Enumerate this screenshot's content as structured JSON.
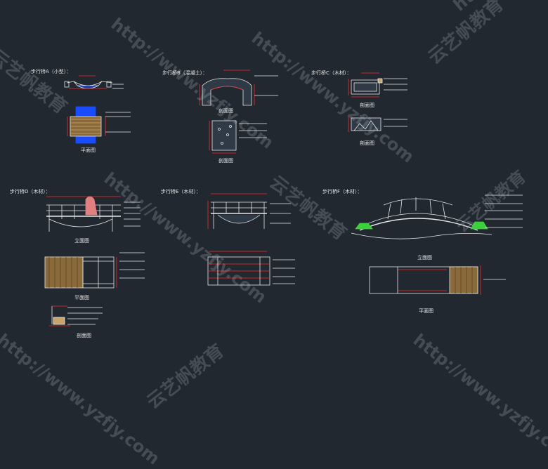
{
  "colors": {
    "background": "#212830",
    "line": "#e8e8e8",
    "dimension": "#ff2a2a",
    "note": "#c8c8c8",
    "water": "#1a4cff",
    "wood": "#8a6a3a",
    "figure": "#e08080",
    "plant": "#3ad13a"
  },
  "panels": {
    "a": {
      "title": "步行桥A（小型）：",
      "plan_label": "平面图"
    },
    "b": {
      "title": "步行桥B（混凝土）：",
      "section1_label": "剖面图",
      "section2_label": "剖面图"
    },
    "c": {
      "title": "步行桥C（木材）：",
      "section1_label": "剖面图",
      "section2_label": "剖面图"
    },
    "d": {
      "title": "步行桥D（木材）：",
      "elevation_label": "立面图",
      "plan_label": "平面图",
      "section_label": "剖面图"
    },
    "e": {
      "title": "步行桥E（木材）："
    },
    "f": {
      "title": "步行桥F（木材）：",
      "elevation_label": "立面图",
      "plan_label": "平面图"
    }
  },
  "watermarks": [
    {
      "text": "http://www.yzfjy.com"
    },
    {
      "text": "云艺帆教育"
    },
    {
      "text": "http://www.yzfjy.com"
    },
    {
      "text": "云艺帆教育"
    },
    {
      "text": "http://www.yzfjy.com"
    },
    {
      "text": "云艺帆教育"
    },
    {
      "text": "http://www.yzfjy.com"
    },
    {
      "text": "云艺帆教育"
    },
    {
      "text": "http://www.yzfjy.com"
    },
    {
      "text": "http://www.yzfjy.com"
    },
    {
      "text": "云艺帆教育"
    }
  ]
}
